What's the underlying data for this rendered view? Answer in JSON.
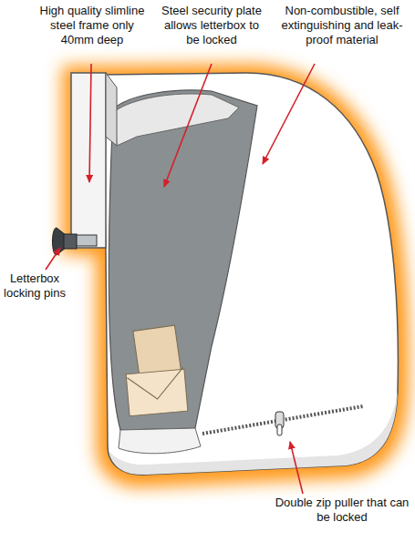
{
  "diagram": {
    "labels": [
      "High quality slimline steel frame only 40mm deep",
      "Steel security plate allows letterbox to be locked",
      "Non-combustible, self extinguishing and leak-proof material",
      "Letterbox locking pins",
      "Double zip puller that can be locked"
    ]
  }
}
